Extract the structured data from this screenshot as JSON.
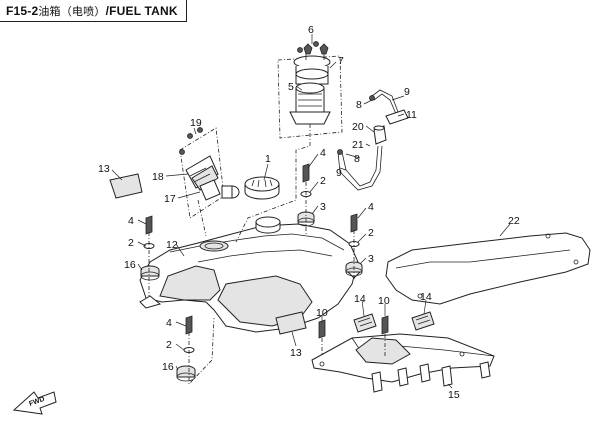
{
  "title": {
    "code": "F15-2",
    "chinese": "油箱（电喷）",
    "english": "/FUEL TANK"
  },
  "direction_label": "FWD",
  "callouts": {
    "c1": "1",
    "c2a": "2",
    "c2b": "2",
    "c2c": "2",
    "c2d": "2",
    "c3a": "3",
    "c3b": "3",
    "c4a": "4",
    "c4b": "4",
    "c4c": "4",
    "c4d": "4",
    "c5": "5",
    "c6": "6",
    "c7": "7",
    "c8a": "8",
    "c8b": "8",
    "c9a": "9",
    "c9b": "9",
    "c10a": "10",
    "c10b": "10",
    "c11": "11",
    "c12": "12",
    "c13a": "13",
    "c13b": "13",
    "c14a": "14",
    "c14b": "14",
    "c15": "15",
    "c16a": "16",
    "c16b": "16",
    "c17": "17",
    "c18": "18",
    "c19": "19",
    "c20": "20",
    "c21": "21",
    "c22": "22"
  }
}
